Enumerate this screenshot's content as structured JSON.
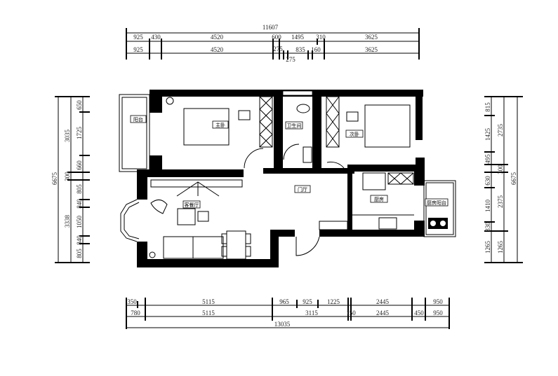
{
  "top_dims": {
    "total": "11607",
    "row1": [
      "925",
      "430",
      "4520",
      "600",
      "1495",
      "310",
      "3625"
    ],
    "row2": [
      "925",
      "4520",
      "275",
      "275",
      "835",
      "160",
      "3625"
    ]
  },
  "bottom_dims": {
    "total": "13035",
    "row1": [
      "350",
      "5115",
      "965",
      "925",
      "1225",
      "2445",
      "950"
    ],
    "row2": [
      "780",
      "5115",
      "3115",
      "150",
      "2445",
      "450",
      "950"
    ]
  },
  "left_dims": {
    "total": "6675",
    "mid": [
      "3035",
      "300",
      "3338"
    ],
    "inner": [
      "650",
      "1725",
      "660",
      "805",
      "840",
      "1050",
      "840",
      "805"
    ]
  },
  "right_dims": {
    "total": "6675",
    "mid": [
      "2735",
      "300",
      "2375",
      "1265"
    ],
    "inner": [
      "815",
      "1425",
      "495",
      "630",
      "1410",
      "330",
      "1265"
    ]
  },
  "rooms": {
    "balcony": "阳台",
    "master": "主卧",
    "bath": "卫生间",
    "second": "次卧",
    "living": "客餐厅",
    "foyer": "门厅",
    "kitchen": "厨房",
    "kitchen_balcony": "厨房阳台"
  }
}
